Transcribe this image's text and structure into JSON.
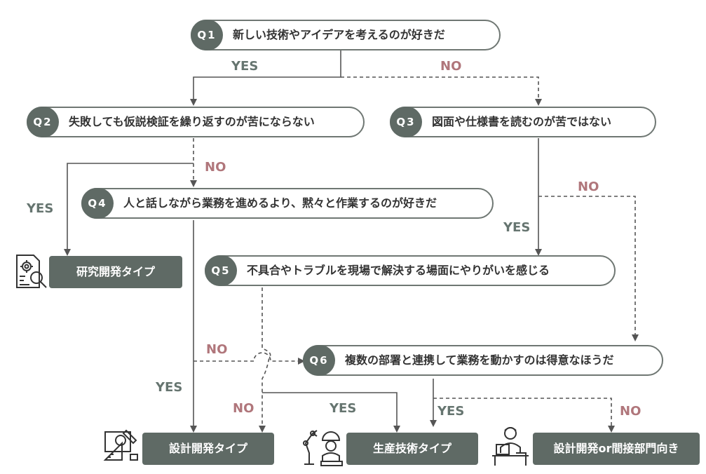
{
  "questions": [
    {
      "id": "Q1",
      "num": "Q1",
      "text": "新しい技術やアイデアを考えるのが好きだ"
    },
    {
      "id": "Q2",
      "num": "Q2",
      "text": "失敗しても仮説検証を繰り返すのが苦にならない"
    },
    {
      "id": "Q3",
      "num": "Q3",
      "text": "図面や仕様書を読むのが苦ではない"
    },
    {
      "id": "Q4",
      "num": "Q4",
      "text": "人と話しながら業務を進めるより、黙々と作業するのが好きだ"
    },
    {
      "id": "Q5",
      "num": "Q5",
      "text": "不具合やトラブルを現場で解決する場面にやりがいを感じる"
    },
    {
      "id": "Q6",
      "num": "Q6",
      "text": "複数の部署と連携して業務を動かすのは得意なほうだ"
    }
  ],
  "results": {
    "research": "研究開発タイプ",
    "design": "設計開発タイプ",
    "production": "生産技術タイプ",
    "indirect": "設計開発or間接部門向き"
  },
  "labels": {
    "yes": "YES",
    "no": "NO"
  },
  "icons": {
    "research": "research-gear-magnifier-icon",
    "design": "drafting-tools-icon",
    "production": "robot-arm-engineer-icon",
    "indirect": "office-worker-laptop-icon"
  },
  "colors": {
    "dark": "#5f6a65",
    "line": "#6f7773",
    "yes": "#667570",
    "no": "#b0767b"
  }
}
